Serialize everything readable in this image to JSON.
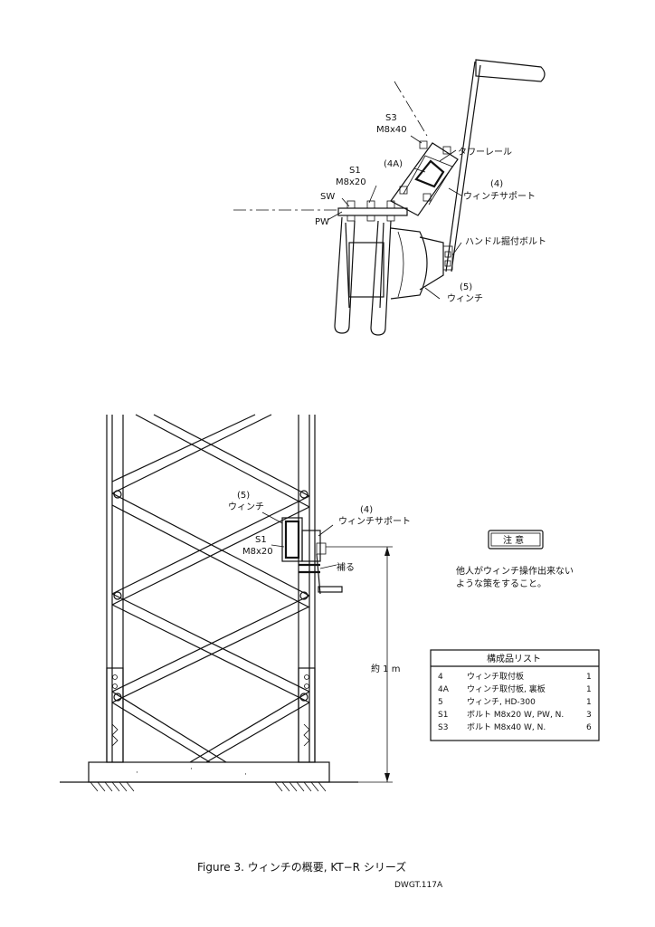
{
  "top_view": {
    "s3_ref": "S3",
    "s3_size": "M8x40",
    "part_4a": "(4A)",
    "tower_rail": "タワーレール",
    "s1_ref": "S1",
    "s1_size": "M8x20",
    "sw": "SW",
    "pw": "PW",
    "part_4": "(4)",
    "winch_support": "ウィンチサポート",
    "handle_bolt": "ハンドル掘付ボルト",
    "part_5": "(5)",
    "winch": "ウィンチ"
  },
  "tower_view": {
    "part_5": "(5)",
    "winch": "ウィンチ",
    "part_4": "(4)",
    "winch_support": "ウィンチサポート",
    "s1_ref": "S1",
    "s1_size": "M8x20",
    "strap": "補る",
    "height": "約 1 m"
  },
  "caution": {
    "title": "注 意",
    "line1": "他人がウィンチ操作出来ない",
    "line2": "ような策をすること。"
  },
  "parts_list": {
    "title": "構成品リスト",
    "rows": [
      {
        "id": "4",
        "desc": "ウィンチ取付板",
        "qty": "1"
      },
      {
        "id": "4A",
        "desc": "ウィンチ取付板, 裏板",
        "qty": "1"
      },
      {
        "id": "5",
        "desc": "ウィンチ, HD-300",
        "qty": "1"
      },
      {
        "id": "S1",
        "desc": "ボルト M8x20 W, PW, N.",
        "qty": "3"
      },
      {
        "id": "S3",
        "desc": "ボルト M8x40 W, N.",
        "qty": "6"
      }
    ]
  },
  "caption": "Figure 3.  ウィンチの概要, KT−R シリーズ",
  "drawing_no": "DWGT.117A"
}
